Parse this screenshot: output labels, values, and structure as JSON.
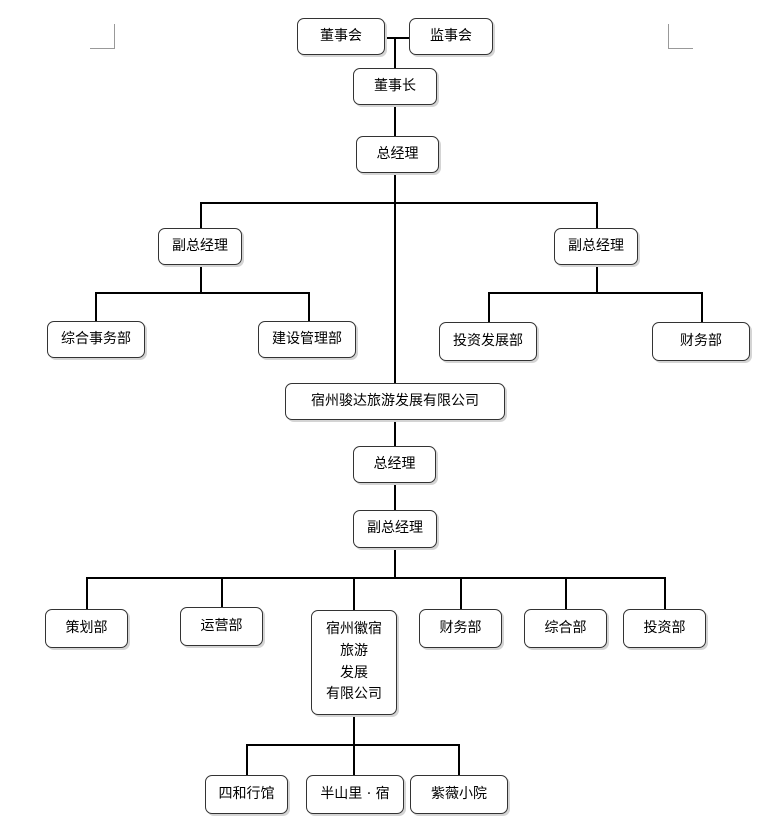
{
  "org_chart": {
    "board_of_directors": "董事会",
    "board_of_supervisors": "监事会",
    "chairman": "董事长",
    "general_manager": "总经理",
    "deputy_gm_left": "副总经理",
    "deputy_gm_right": "副总经理",
    "general_affairs_dept": "综合事务部",
    "construction_mgmt_dept": "建设管理部",
    "investment_dev_dept": "投资发展部",
    "finance_dept_top": "财务部",
    "subsidiary_company": "宿州骏达旅游发展有限公司",
    "subsidiary_gm": "总经理",
    "subsidiary_deputy_gm": "副总经理",
    "planning_dept": "策划部",
    "operations_dept": "运营部",
    "huisu_company": "宿州徽宿\n旅游\n发展\n有限公司",
    "finance_dept_bottom": "财务部",
    "general_dept": "综合部",
    "investment_dept": "投资部",
    "siheyuan_hotel": "四和行馆",
    "banshanli_hotel": "半山里 · 宿",
    "ziwei_courtyard": "紫薇小院"
  }
}
